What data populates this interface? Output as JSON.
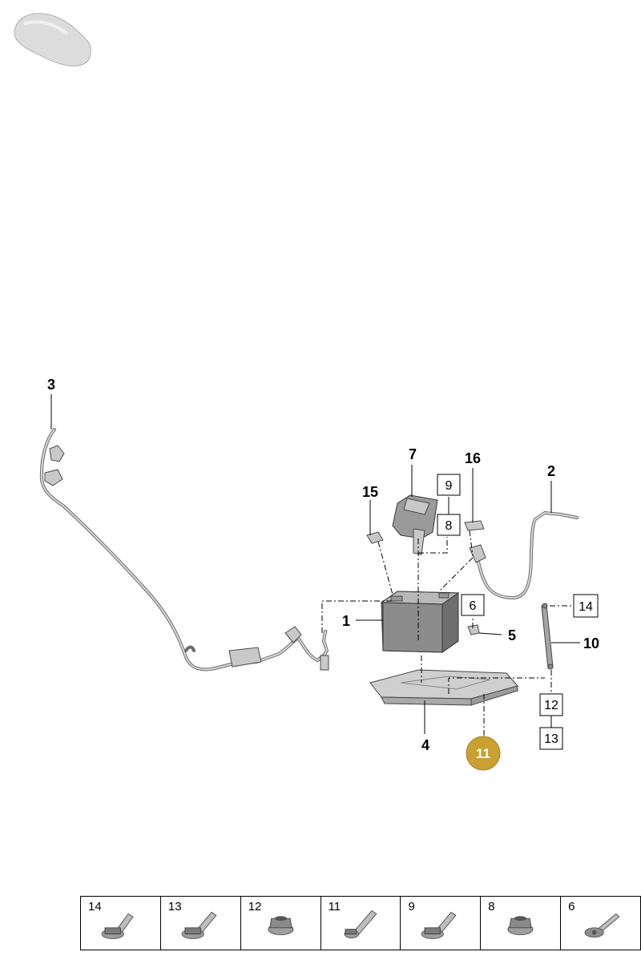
{
  "callouts": {
    "c1": "1",
    "c2": "2",
    "c3": "3",
    "c4": "4",
    "c5": "5",
    "c6": "6",
    "c7": "7",
    "c8": "8",
    "c9": "9",
    "c10": "10",
    "c11": "11",
    "c12": "12",
    "c13": "13",
    "c14": "14",
    "c15": "15",
    "c16": "16"
  },
  "highlight_color": "#c9a032",
  "fastener_table": [
    {
      "number": "14",
      "icon": "flange-bolt-icon"
    },
    {
      "number": "13",
      "icon": "flange-bolt-icon"
    },
    {
      "number": "12",
      "icon": "flange-nut-icon"
    },
    {
      "number": "11",
      "icon": "bolt-icon"
    },
    {
      "number": "9",
      "icon": "flange-bolt-icon"
    },
    {
      "number": "8",
      "icon": "flange-nut-icon"
    },
    {
      "number": "6",
      "icon": "washer-bolt-icon"
    }
  ]
}
